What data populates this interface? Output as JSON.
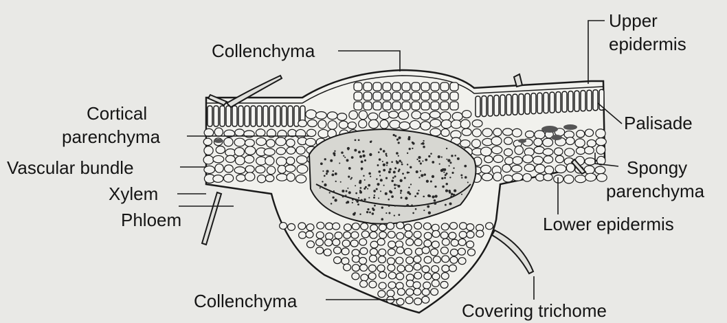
{
  "labels": {
    "collenchyma_top": "Collenchyma",
    "upper_epidermis_1": "Upper",
    "upper_epidermis_2": "epidermis",
    "cortical_1": "Cortical",
    "cortical_2": "parenchyma",
    "palisade": "Palisade",
    "vascular_bundle": "Vascular bundle",
    "spongy_1": "Spongy",
    "spongy_2": "parenchyma",
    "xylem": "Xylem",
    "phloem": "Phloem",
    "lower_epidermis": "Lower epidermis",
    "collenchyma_bottom": "Collenchyma",
    "covering_trichome": "Covering trichome"
  },
  "colors": {
    "background": "#e9e9e6",
    "ink": "#151515",
    "cell_fill": "#f3f3f0"
  }
}
